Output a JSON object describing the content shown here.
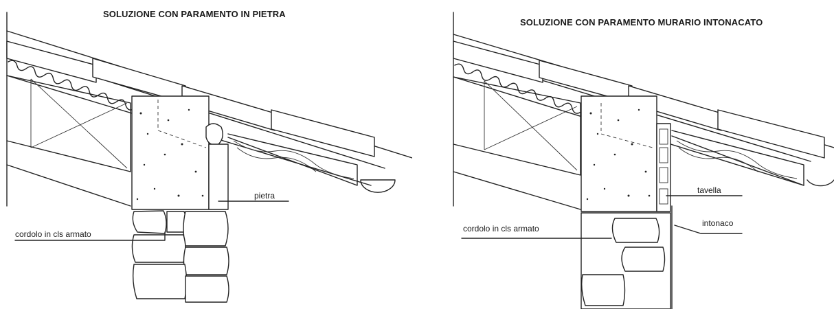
{
  "left": {
    "title": "SOLUZIONE CON PARAMENTO IN PIETRA",
    "labels": {
      "cordolo": "cordolo in cls armato",
      "pietra": "pietra"
    }
  },
  "right": {
    "title": "SOLUZIONE CON PARAMENTO MURARIO INTONACATO",
    "labels": {
      "cordolo": "cordolo in cls armato",
      "tavella": "tavella",
      "intonaco": "intonaco"
    }
  }
}
